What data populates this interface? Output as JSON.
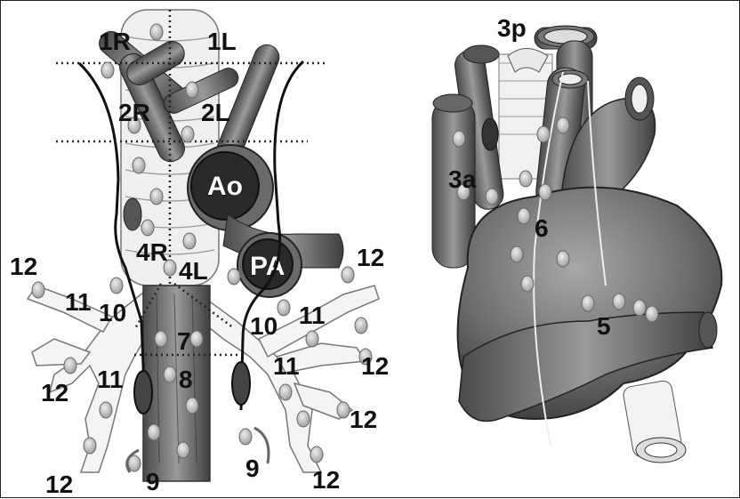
{
  "figure": {
    "left_panel": {
      "stations": {
        "s1R": "1R",
        "s1L": "1L",
        "s2R": "2R",
        "s2L": "2L",
        "s4R": "4R",
        "s4L": "4L",
        "s7": "7",
        "s8": "8",
        "s9a": "9",
        "s9b": "9",
        "s10R": "10",
        "s10L": "10",
        "s11a": "11",
        "s11b": "11",
        "s11c": "11",
        "s11d": "11",
        "s12a": "12",
        "s12b": "12",
        "s12c": "12",
        "s12d": "12",
        "s12e": "12",
        "s12f": "12",
        "s12g": "12"
      },
      "vessels": {
        "aorta": "Ao",
        "pulmonary_artery": "PA"
      }
    },
    "right_panel": {
      "stations": {
        "s3p": "3p",
        "s3a": "3a",
        "s6": "6",
        "s5": "5"
      }
    }
  },
  "colors": {
    "vessel": "#5a5a5a",
    "vessel_light": "#9a9a9a",
    "node": "#cfcfcf",
    "airway": "#f2f2f2",
    "line": "#111111"
  }
}
